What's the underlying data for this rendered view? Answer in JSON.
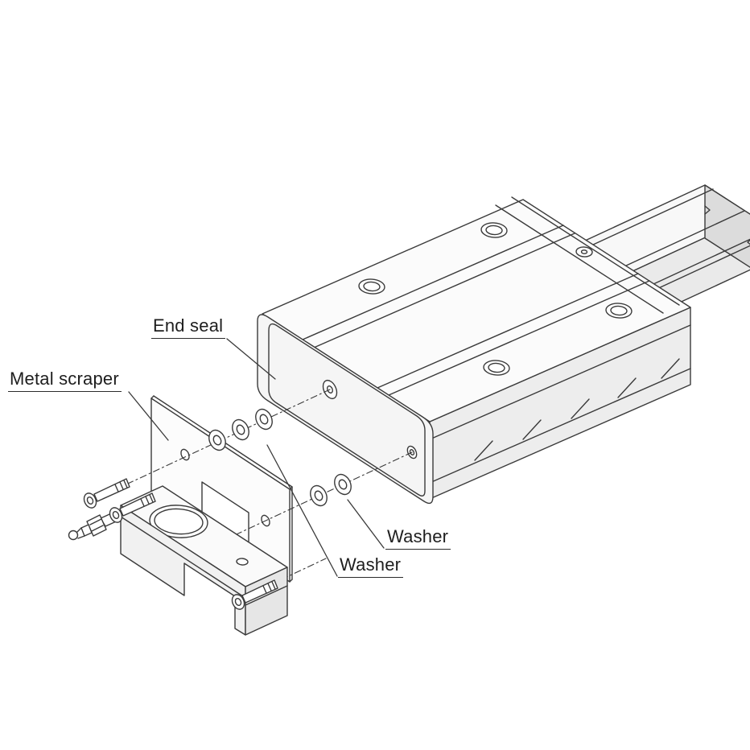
{
  "figure": {
    "type": "exploded-technical-drawing",
    "labels": {
      "end_seal": "End seal",
      "metal_scraper": "Metal scraper",
      "washer_1": "Washer",
      "washer_2": "Washer"
    },
    "colors": {
      "background": "#ffffff",
      "line": "#3a3a3a",
      "label_text": "#1e1e1e",
      "face_light": "#fbfbfb",
      "face_mid": "#ededed",
      "face_dark": "#dcdcdc"
    }
  }
}
